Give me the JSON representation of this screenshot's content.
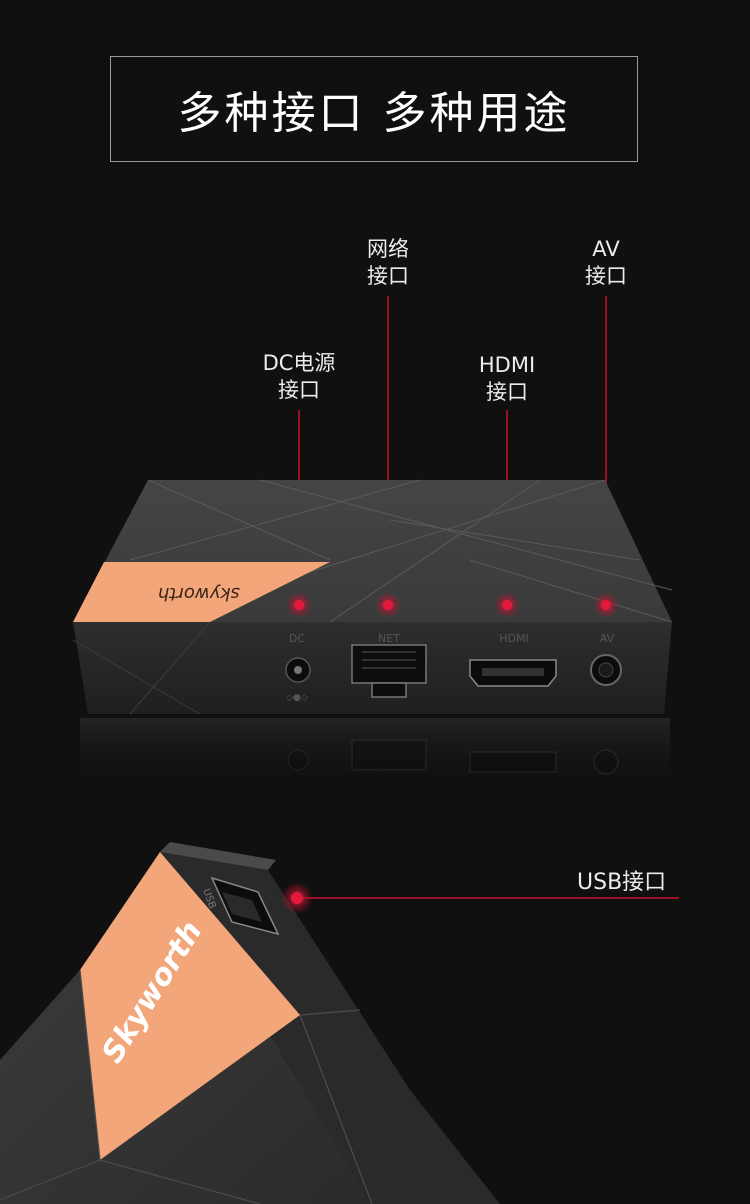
{
  "page": {
    "title": "多种接口 多种用途"
  },
  "callouts": {
    "dc": {
      "line1": "DC电源",
      "line2": "接口"
    },
    "net": {
      "line1": "网络",
      "line2": "接口"
    },
    "hdmi": {
      "line1": "HDMI",
      "line2": "接口"
    },
    "av": {
      "line1": "AV",
      "line2": "接口"
    },
    "usb": {
      "label": "USB接口"
    }
  },
  "device": {
    "brand": "skyworth",
    "brand_side": "Skyworth",
    "port_dc": "DC",
    "port_net": "NET",
    "port_hdmi": "HDMI",
    "port_av": "AV",
    "port_usb": "USB"
  },
  "colors": {
    "background": "#101010",
    "accent_dot": "#e3183a",
    "brand_panel": "#f2a679",
    "device_body": "#3a3a3a"
  }
}
